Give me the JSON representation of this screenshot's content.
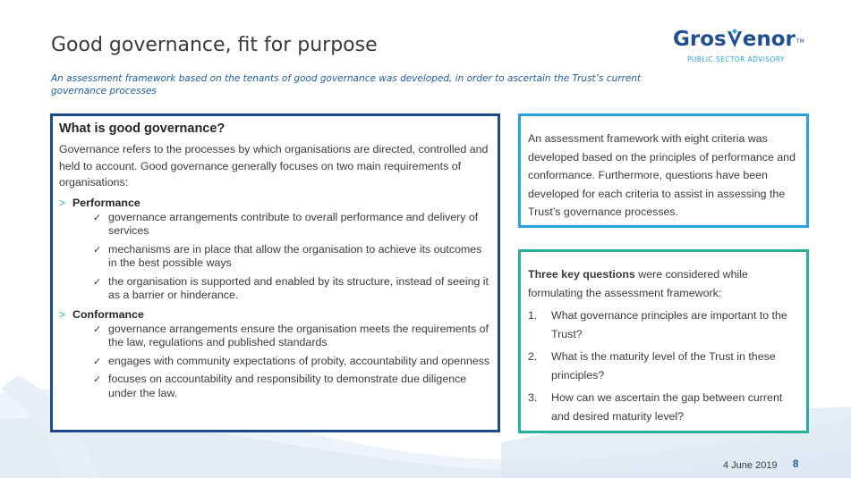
{
  "slide": {
    "title": "Good governance, fit for purpose",
    "subtitle": "An assessment framework based on the tenants of good governance was developed, in order to ascertain the Trust’s current governance processes"
  },
  "logo": {
    "part1": "Gros",
    "v": "V",
    "part2": "enor",
    "tm": "TM",
    "tagline": "PUBLIC SECTOR ADVISORY",
    "colors": {
      "main": "#1d4f91",
      "accent": "#29a3d9"
    }
  },
  "left_box": {
    "heading": "What is good governance?",
    "intro": "Governance refers to the processes by which organisations are directed, controlled and held to account. Good governance generally focuses on two main requirements of organisations:",
    "bullet_marker": ">",
    "check_marker": "✓",
    "sections": [
      {
        "title": "Performance",
        "items": [
          "governance arrangements contribute to overall performance and delivery of services",
          "mechanisms are in place that allow the organisation to achieve its outcomes in the best possible ways",
          "the organisation is supported and enabled by its structure, instead of seeing it as a barrier or hinderance."
        ]
      },
      {
        "title": "Conformance",
        "items": [
          "governance arrangements ensure the organisation meets the requirements of the law, regulations and published standards",
          "engages with community expectations of probity, accountability and openness",
          "focuses on accountability and responsibility to demonstrate due diligence under the law."
        ]
      }
    ]
  },
  "right_box_1": {
    "text": "An assessment framework with eight criteria was developed based on the principles of performance and conformance. Furthermore, questions have been developed for each criteria to assist in assessing the Trust’s governance processes."
  },
  "right_box_2": {
    "intro_bold": "Three key questions",
    "intro_rest": " were considered while formulating the assessment framework:",
    "questions": [
      {
        "num": "1.",
        "text": "What governance principles are important to the Trust?"
      },
      {
        "num": "2.",
        "text": "What is the maturity level of the Trust in these principles?"
      },
      {
        "num": "3.",
        "text": "How can we ascertain the gap between current and desired maturity level?"
      }
    ]
  },
  "footer": {
    "date": "4 June 2019",
    "page": "8"
  },
  "colors": {
    "left_border": "#1f4a89",
    "right1_border": "#29a3e0",
    "right2_border": "#28b09a",
    "subtitle": "#1f5b9e"
  }
}
